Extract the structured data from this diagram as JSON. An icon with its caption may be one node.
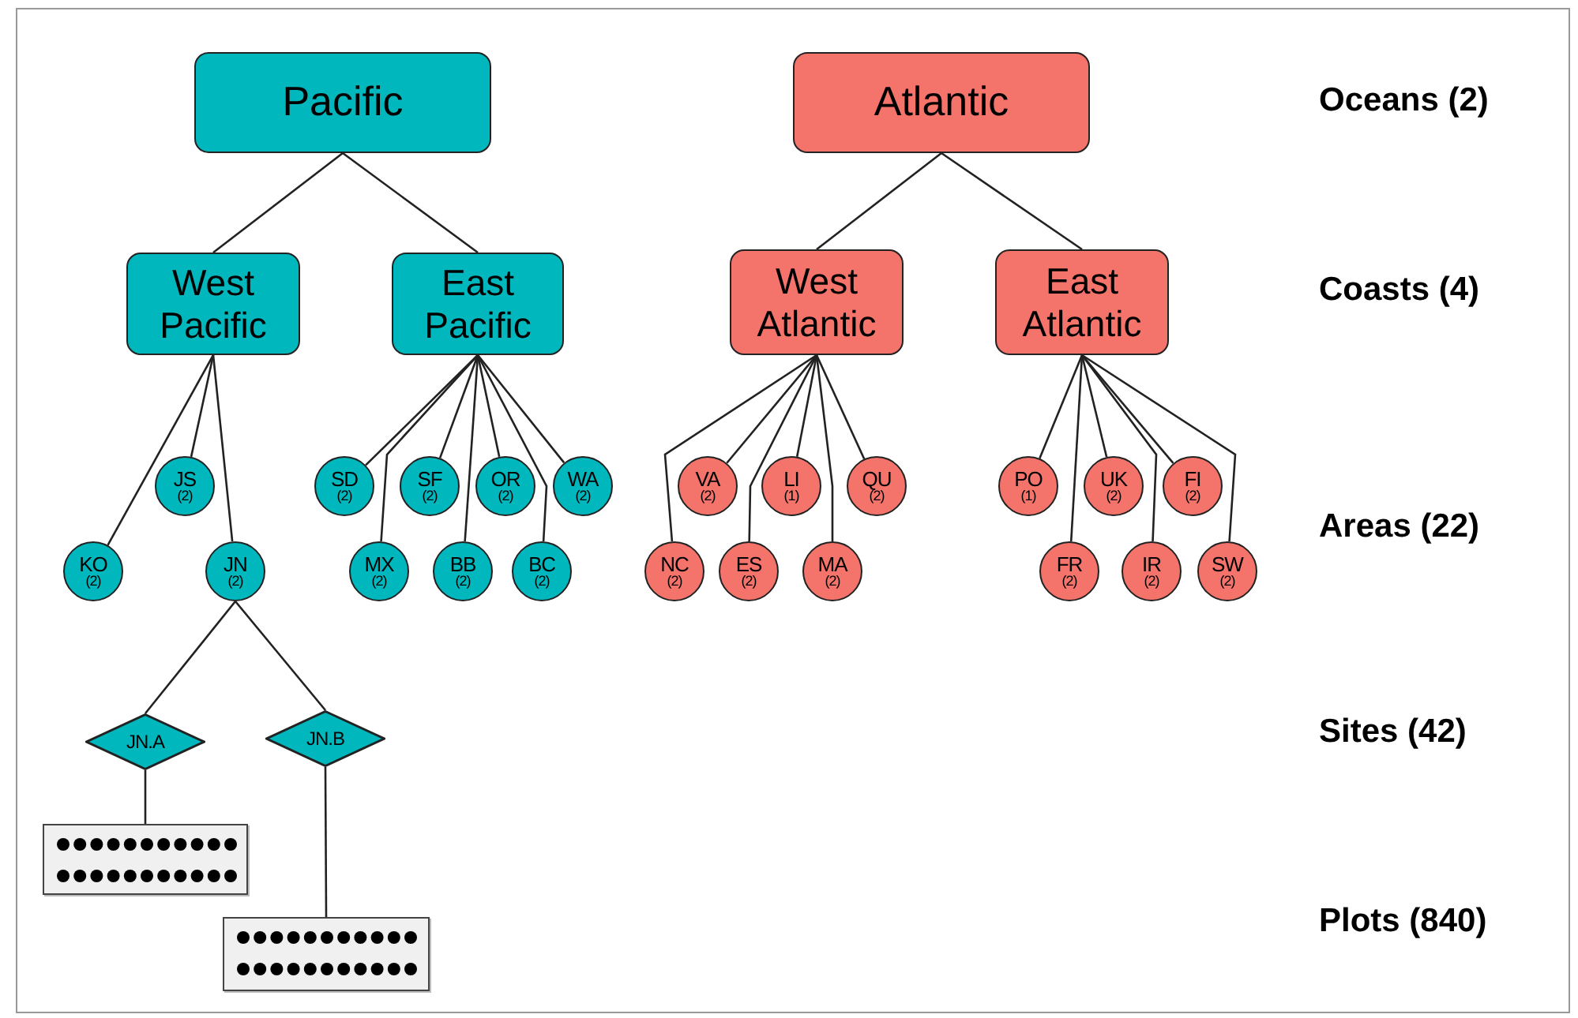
{
  "diagram": {
    "nodes": [
      {
        "text": [
          "Pacific"
        ]
      },
      {
        "text": [
          "Atlantic"
        ]
      },
      {
        "text": [
          "West Pacific"
        ]
      },
      {
        "text": [
          "East Pacific"
        ]
      },
      {
        "text": [
          "West Atlantic"
        ]
      },
      {
        "text": [
          "East Atlantic"
        ]
      },
      {
        "text": [
          "JS",
          "(2)"
        ]
      },
      {
        "text": [
          "SD",
          "(2)"
        ]
      },
      {
        "text": [
          "SF",
          "(2)"
        ]
      },
      {
        "text": [
          "OR",
          "(2)"
        ]
      },
      {
        "text": [
          "WA",
          "(2)"
        ]
      },
      {
        "text": [
          "VA",
          "(2)"
        ]
      },
      {
        "text": [
          "LI",
          "(1)"
        ]
      },
      {
        "text": [
          "QU",
          "(2)"
        ]
      },
      {
        "text": [
          "PO",
          "(1)"
        ]
      },
      {
        "text": [
          "UK",
          "(2)"
        ]
      },
      {
        "text": [
          "FI",
          "(2)"
        ]
      },
      {
        "text": [
          "KO",
          "(2)"
        ]
      },
      {
        "text": [
          "JN",
          "(2)"
        ]
      },
      {
        "text": [
          "MX",
          "(2)"
        ]
      },
      {
        "text": [
          "BB",
          "(2)"
        ]
      },
      {
        "text": [
          "BC",
          "(2)"
        ]
      },
      {
        "text": [
          "NC",
          "(2)"
        ]
      },
      {
        "text": [
          "ES",
          "(2)"
        ]
      },
      {
        "text": [
          "MA",
          "(2)"
        ]
      },
      {
        "text": [
          "FR",
          "(2)"
        ]
      },
      {
        "text": [
          "IR",
          "(2)"
        ]
      },
      {
        "text": [
          "SW",
          "(2)"
        ]
      },
      {
        "text": [
          "JN.A"
        ]
      },
      {
        "text": [
          "JN.B"
        ]
      },
      {
        "text": [],
        "shape": "box"
      },
      {
        "text": [],
        "shape": "box"
      }
    ],
    "edges": [
      {
        "from": 0,
        "to": 2,
        "arrow": "none"
      },
      {
        "from": 0,
        "to": 3,
        "arrow": "none"
      },
      {
        "from": 1,
        "to": 4,
        "arrow": "none"
      },
      {
        "from": 1,
        "to": 5,
        "arrow": "none"
      },
      {
        "from": 2,
        "to": 17,
        "arrow": "none"
      },
      {
        "from": 2,
        "to": 6,
        "arrow": "none"
      },
      {
        "from": 2,
        "to": 18,
        "arrow": "none"
      },
      {
        "from": 3,
        "to": 7,
        "arrow": "none"
      },
      {
        "from": 3,
        "to": 8,
        "arrow": "none"
      },
      {
        "from": 3,
        "to": 19,
        "arrow": "none"
      },
      {
        "from": 3,
        "to": 20,
        "arrow": "none"
      },
      {
        "from": 3,
        "to": 9,
        "arrow": "none"
      },
      {
        "from": 3,
        "to": 21,
        "arrow": "none"
      },
      {
        "from": 3,
        "to": 10,
        "arrow": "none"
      },
      {
        "from": 4,
        "to": 22,
        "arrow": "none"
      },
      {
        "from": 4,
        "to": 11,
        "arrow": "none"
      },
      {
        "from": 4,
        "to": 23,
        "arrow": "none"
      },
      {
        "from": 4,
        "to": 12,
        "arrow": "none"
      },
      {
        "from": 4,
        "to": 24,
        "arrow": "none"
      },
      {
        "from": 4,
        "to": 13,
        "arrow": "none"
      },
      {
        "from": 5,
        "to": 14,
        "arrow": "none"
      },
      {
        "from": 5,
        "to": 25,
        "arrow": "none"
      },
      {
        "from": 5,
        "to": 15,
        "arrow": "none"
      },
      {
        "from": 5,
        "to": 26,
        "arrow": "none"
      },
      {
        "from": 5,
        "to": 16,
        "arrow": "none"
      },
      {
        "from": 5,
        "to": 27,
        "arrow": "none"
      },
      {
        "from": 18,
        "to": 28,
        "arrow": "none"
      },
      {
        "from": 18,
        "to": 29,
        "arrow": "none"
      },
      {
        "from": 28,
        "to": 30,
        "arrow": "none"
      },
      {
        "from": 29,
        "to": 31,
        "arrow": "none"
      }
    ],
    "labels": [
      "Oceans (2)",
      "Coasts (4)",
      "Areas (22)",
      "Sites (42)",
      "Plots (840)"
    ]
  }
}
